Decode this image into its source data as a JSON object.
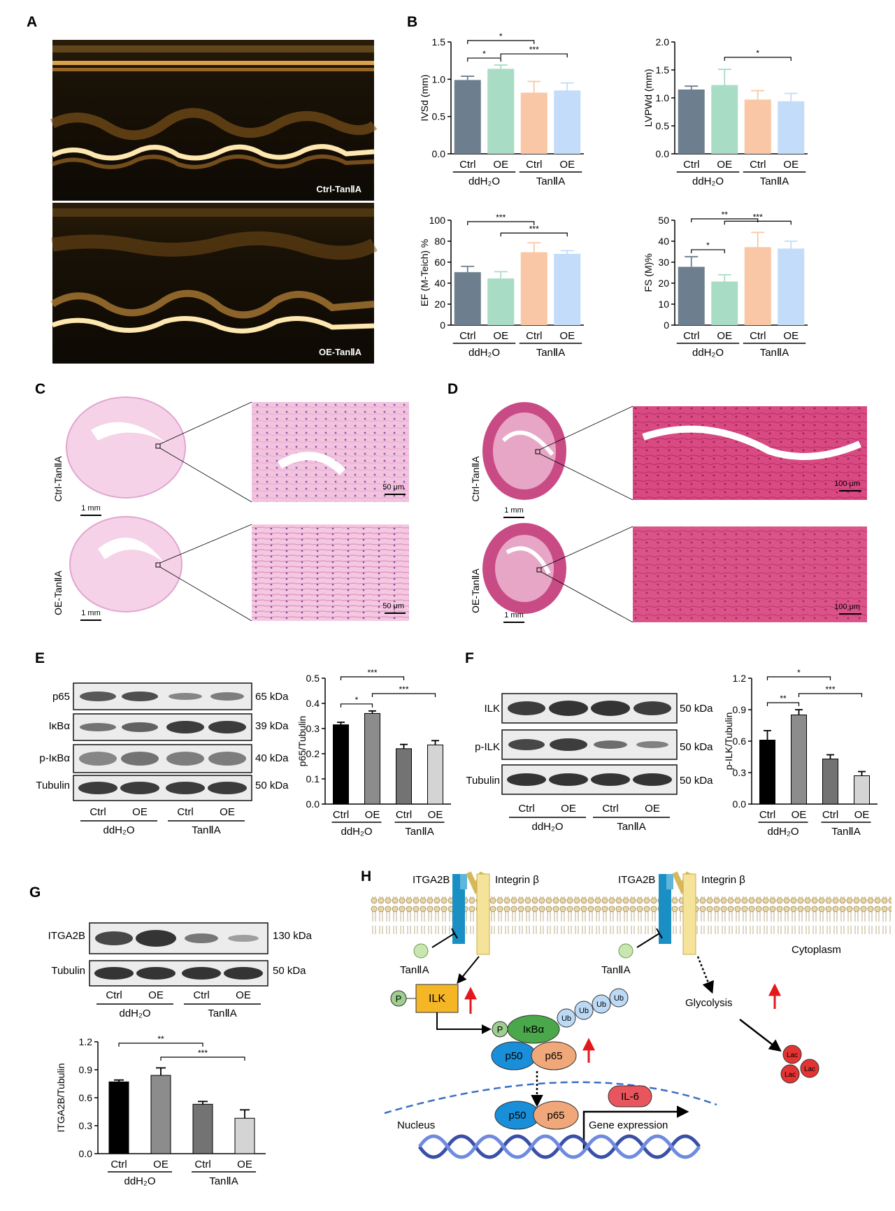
{
  "panels": {
    "A": {
      "letter": "A",
      "labels": [
        "Ctrl-TanⅡA",
        "OE-TanⅡA"
      ]
    },
    "B": {
      "letter": "B"
    },
    "C": {
      "letter": "C",
      "row_labels": [
        "Ctrl-TanⅡA",
        "OE-TanⅡA"
      ],
      "scale_whole": "1 mm",
      "scale_zoom": "50 μm"
    },
    "D": {
      "letter": "D",
      "row_labels": [
        "Ctrl-TanⅡA",
        "OE-TanⅡA"
      ],
      "scale_whole": "1 mm",
      "scale_zoom": "100 μm"
    },
    "E": {
      "letter": "E",
      "blot_labels": [
        "p65",
        "IκBα",
        "p-IκBα",
        "Tubulin"
      ],
      "blot_kda": [
        "65 kDa",
        "39 kDa",
        "40 kDa",
        "50 kDa"
      ]
    },
    "F": {
      "letter": "F",
      "blot_labels": [
        "ILK",
        "p-ILK",
        "Tubulin"
      ],
      "blot_kda": [
        "50 kDa",
        "50 kDa",
        "50 kDa"
      ]
    },
    "G": {
      "letter": "G",
      "blot_labels": [
        "ITGA2B",
        "Tubulin"
      ],
      "blot_kda": [
        "130 kDa",
        "50 kDa"
      ]
    },
    "H": {
      "letter": "H",
      "itga2b": "ITGA2B",
      "integrin": "Integrin β",
      "tan": "TanⅡA",
      "cytoplasm": "Cytoplasm",
      "ilk": "ILK",
      "p": "P",
      "ikba": "IκBα",
      "ub": "Ub",
      "p50": "p50",
      "p65": "p65",
      "glycolysis": "Glycolysis",
      "lac": "Lac",
      "nucleus": "Nucleus",
      "il6": "IL-6",
      "gene_expression": "Gene expression"
    }
  },
  "groups": {
    "ctrl": "Ctrl",
    "oe": "OE",
    "ddh2o": "ddH₂O",
    "tan": "TanⅡA"
  },
  "colors": {
    "ctrl_ddh2o": "#6d7f8e",
    "oe_ddh2o": "#a9dcc4",
    "ctrl_tan": "#f9c7a5",
    "oe_tan": "#c3dcf9",
    "bar_black": "#000000",
    "bar_darkgray": "#8c8c8c",
    "bar_gray": "#737373",
    "bar_lightgray": "#d4d4d4"
  },
  "chart_data": [
    {
      "id": "B1",
      "type": "bar",
      "ylabel": "IVSd (mm)",
      "ylim": [
        0,
        1.5
      ],
      "yticks": [
        "0.0",
        "0.5",
        "1.0",
        "1.5"
      ],
      "categories": [
        "Ctrl",
        "OE",
        "Ctrl",
        "OE"
      ],
      "groups": [
        "ddH₂O",
        "TanⅡA"
      ],
      "values": [
        0.99,
        1.14,
        0.82,
        0.85
      ],
      "errors": [
        0.05,
        0.05,
        0.15,
        0.1
      ],
      "sig": [
        {
          "from": 0,
          "to": 2,
          "label": "*"
        },
        {
          "from": 0,
          "to": 1,
          "label": "*"
        },
        {
          "from": 1,
          "to": 3,
          "label": "***"
        }
      ]
    },
    {
      "id": "B2",
      "type": "bar",
      "ylabel": "LVPWd (mm)",
      "ylim": [
        0,
        2.0
      ],
      "yticks": [
        "0.0",
        "0.5",
        "1.0",
        "1.5",
        "2.0"
      ],
      "categories": [
        "Ctrl",
        "OE",
        "Ctrl",
        "OE"
      ],
      "groups": [
        "ddH₂O",
        "TanⅡA"
      ],
      "values": [
        1.15,
        1.23,
        0.97,
        0.94
      ],
      "errors": [
        0.06,
        0.28,
        0.16,
        0.14
      ],
      "sig": [
        {
          "from": 1,
          "to": 3,
          "label": "*"
        }
      ]
    },
    {
      "id": "B3",
      "type": "bar",
      "ylabel": "EF (M-Teich) %",
      "ylim": [
        0,
        100
      ],
      "yticks": [
        "0",
        "20",
        "40",
        "60",
        "80",
        "100"
      ],
      "categories": [
        "Ctrl",
        "OE",
        "Ctrl",
        "OE"
      ],
      "groups": [
        "ddH₂O",
        "TanⅡA"
      ],
      "values": [
        50.5,
        44.5,
        69.5,
        68
      ],
      "errors": [
        5.5,
        6.5,
        9,
        3
      ],
      "sig": [
        {
          "from": 0,
          "to": 2,
          "label": "***"
        },
        {
          "from": 1,
          "to": 3,
          "label": "***"
        }
      ]
    },
    {
      "id": "B4",
      "type": "bar",
      "ylabel": "FS (M)%",
      "ylim": [
        0,
        50
      ],
      "yticks": [
        "0",
        "10",
        "20",
        "30",
        "40",
        "50"
      ],
      "categories": [
        "Ctrl",
        "OE",
        "Ctrl",
        "OE"
      ],
      "groups": [
        "ddH₂O",
        "TanⅡA"
      ],
      "values": [
        27.8,
        20.8,
        37.2,
        36.5
      ],
      "errors": [
        4.8,
        3.2,
        7,
        3.5
      ],
      "sig": [
        {
          "from": 0,
          "to": 2,
          "label": "**"
        },
        {
          "from": 0,
          "to": 1,
          "label": "*"
        },
        {
          "from": 1,
          "to": 3,
          "label": "***"
        }
      ]
    },
    {
      "id": "E",
      "type": "bar",
      "ylabel": "p65/Tubulin",
      "ylim": [
        0,
        0.5
      ],
      "yticks": [
        "0.0",
        "0.1",
        "0.2",
        "0.3",
        "0.4",
        "0.5"
      ],
      "categories": [
        "Ctrl",
        "OE",
        "Ctrl",
        "OE"
      ],
      "groups": [
        "ddH₂O",
        "TanⅡA"
      ],
      "values": [
        0.315,
        0.36,
        0.22,
        0.235
      ],
      "errors": [
        0.01,
        0.01,
        0.017,
        0.017
      ],
      "sig": [
        {
          "from": 0,
          "to": 2,
          "label": "***"
        },
        {
          "from": 0,
          "to": 1,
          "label": "*"
        },
        {
          "from": 1,
          "to": 3,
          "label": "***"
        }
      ]
    },
    {
      "id": "F",
      "type": "bar",
      "ylabel": "p-ILK/Tubulin",
      "ylim": [
        0,
        1.2
      ],
      "yticks": [
        "0.0",
        "0.3",
        "0.6",
        "0.9",
        "1.2"
      ],
      "categories": [
        "Ctrl",
        "OE",
        "Ctrl",
        "OE"
      ],
      "groups": [
        "ddH₂O",
        "TanⅡA"
      ],
      "values": [
        0.61,
        0.85,
        0.43,
        0.27
      ],
      "errors": [
        0.09,
        0.05,
        0.04,
        0.04
      ],
      "sig": [
        {
          "from": 0,
          "to": 2,
          "label": "*"
        },
        {
          "from": 0,
          "to": 1,
          "label": "**"
        },
        {
          "from": 1,
          "to": 3,
          "label": "***"
        }
      ]
    },
    {
      "id": "G",
      "type": "bar",
      "ylabel": "ITGA2B/Tubulin",
      "ylim": [
        0,
        1.2
      ],
      "yticks": [
        "0.0",
        "0.3",
        "0.6",
        "0.9",
        "1.2"
      ],
      "categories": [
        "Ctrl",
        "OE",
        "Ctrl",
        "OE"
      ],
      "groups": [
        "ddH₂O",
        "TanⅡA"
      ],
      "values": [
        0.77,
        0.84,
        0.53,
        0.38
      ],
      "errors": [
        0.02,
        0.08,
        0.03,
        0.09
      ],
      "sig": [
        {
          "from": 0,
          "to": 2,
          "label": "**"
        },
        {
          "from": 1,
          "to": 3,
          "label": "***"
        }
      ]
    }
  ]
}
